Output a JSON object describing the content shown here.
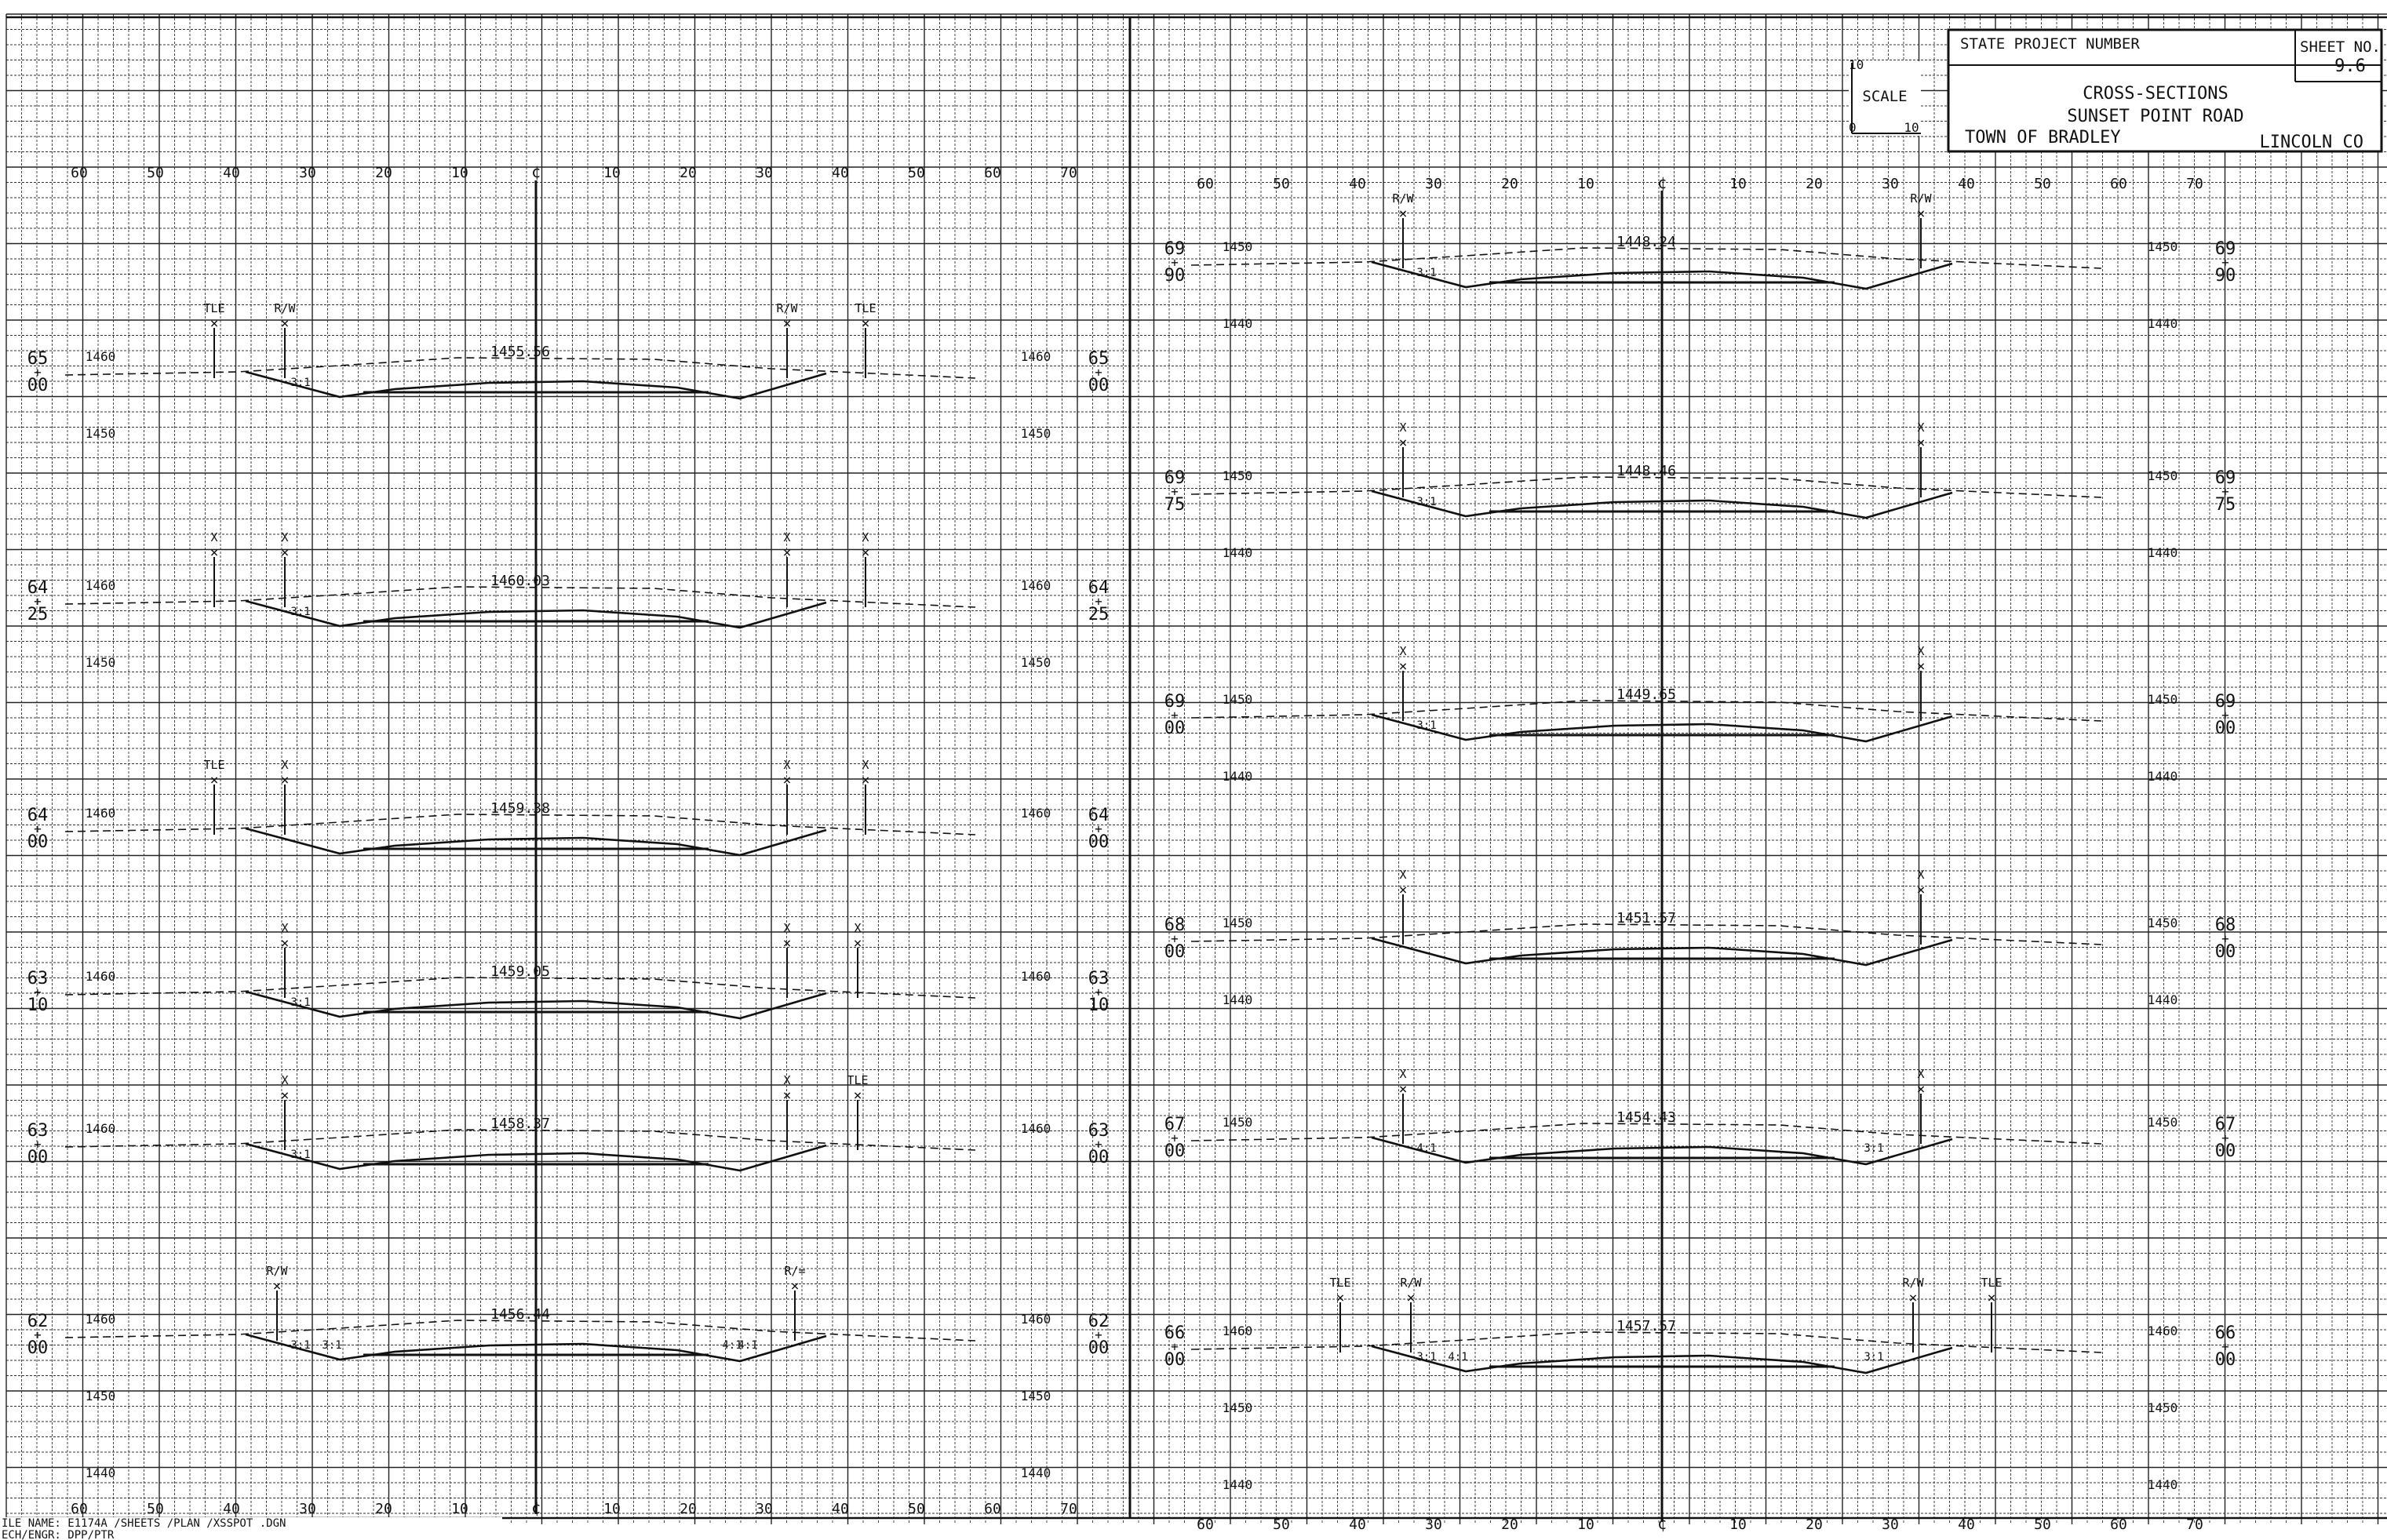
{
  "title_block": {
    "state_project_label": "STATE PROJECT NUMBER",
    "sheet_no_label": "SHEET NO.",
    "sheet_no": "9.6",
    "line1": "CROSS-SECTIONS",
    "line2": "SUNSET POINT ROAD",
    "town": "TOWN OF BRADLEY",
    "county": "LINCOLN CO"
  },
  "scale": {
    "label": "SCALE",
    "v_max": "10",
    "h_min": "0",
    "h_max": "10"
  },
  "footer": {
    "line1": "ILE NAME: E1174A   /SHEETS   /PLAN     /XSSPOT   .DGN",
    "line2": "ECH/ENGR: DPP/PTR"
  },
  "offset_ticks_left": [
    "60",
    "50",
    "40",
    "30",
    "20",
    "10",
    "10",
    "20",
    "30",
    "40",
    "50",
    "60",
    "70"
  ],
  "offset_ticks_right": [
    "60",
    "50",
    "40",
    "30",
    "20",
    "10",
    "10",
    "20",
    "30",
    "40",
    "50",
    "60",
    "70"
  ],
  "centerline_symbol": "¢",
  "sections_left": [
    {
      "sta_top": "65",
      "sta_bottom": "00",
      "grade": "1455.56",
      "elev_labels": [
        "1460",
        "1450"
      ],
      "markers": [
        "TLE",
        "R/W",
        "R/W",
        "TLE"
      ],
      "slopes": [
        "3:1"
      ]
    },
    {
      "sta_top": "64",
      "sta_bottom": "25",
      "grade": "1460.03",
      "elev_labels": [
        "1460",
        "1450"
      ],
      "markers": [
        "X",
        "X",
        "X",
        "X"
      ],
      "slopes": [
        "3:1"
      ]
    },
    {
      "sta_top": "64",
      "sta_bottom": "00",
      "grade": "1459.38",
      "elev_labels": [
        "1460"
      ],
      "markers": [
        "TLE",
        "X",
        "X",
        "X"
      ],
      "slopes": []
    },
    {
      "sta_top": "63",
      "sta_bottom": "10",
      "grade": "1459.05",
      "elev_labels": [
        "1460"
      ],
      "markers": [
        "X",
        "X",
        "X"
      ],
      "slopes": [
        "3:1"
      ]
    },
    {
      "sta_top": "63",
      "sta_bottom": "00",
      "grade": "1458.37",
      "elev_labels": [
        "1460"
      ],
      "markers": [
        "X",
        "X",
        "TLE"
      ],
      "slopes": [
        "3:1"
      ]
    },
    {
      "sta_top": "62",
      "sta_bottom": "00",
      "grade": "1456.44",
      "elev_labels": [
        "1460",
        "1450",
        "1440"
      ],
      "markers": [
        "R/W",
        "R/="
      ],
      "slopes": [
        "3:1",
        "4:1",
        "3:1",
        "4:1"
      ]
    }
  ],
  "sections_right": [
    {
      "sta_top": "69",
      "sta_bottom": "90",
      "grade": "1448.24",
      "elev_labels": [
        "1450",
        "1440"
      ],
      "markers": [
        "R/W",
        "R/W"
      ],
      "slopes": [
        "3:1"
      ]
    },
    {
      "sta_top": "69",
      "sta_bottom": "75",
      "grade": "1448.46",
      "elev_labels": [
        "1450",
        "1440"
      ],
      "markers": [
        "X",
        "X"
      ],
      "slopes": [
        "3:1"
      ]
    },
    {
      "sta_top": "69",
      "sta_bottom": "00",
      "grade": "1449.65",
      "elev_labels": [
        "1450",
        "1440"
      ],
      "markers": [
        "X",
        "X"
      ],
      "slopes": [
        "3:1"
      ]
    },
    {
      "sta_top": "68",
      "sta_bottom": "00",
      "grade": "1451.57",
      "elev_labels": [
        "1450",
        "1440"
      ],
      "markers": [
        "X",
        "X"
      ],
      "slopes": []
    },
    {
      "sta_top": "67",
      "sta_bottom": "00",
      "grade": "1454.43",
      "elev_labels": [
        "1450"
      ],
      "markers": [
        "X",
        "X"
      ],
      "slopes": [
        "4:1",
        "3:1"
      ]
    },
    {
      "sta_top": "66",
      "sta_bottom": "00",
      "grade": "1457.57",
      "elev_labels": [
        "1460",
        "1450",
        "1440"
      ],
      "markers": [
        "TLE",
        "R/W",
        "R/W",
        "TLE"
      ],
      "slopes": [
        "3:1",
        "3:1",
        "4:1"
      ]
    }
  ]
}
